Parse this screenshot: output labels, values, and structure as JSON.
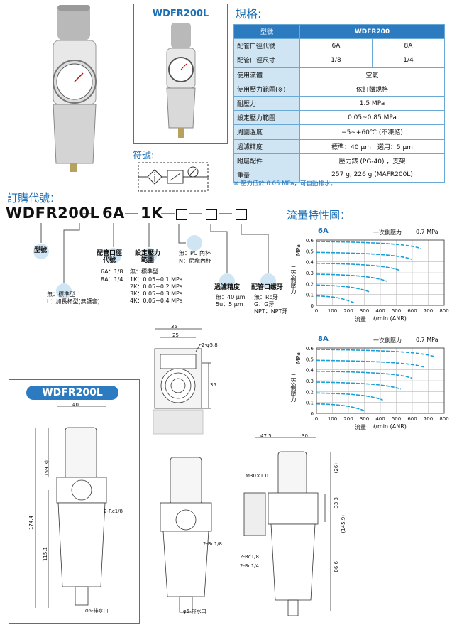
{
  "product_box_label": "WDFR200L",
  "symbol_title": "符號:",
  "spec": {
    "title": "規格:",
    "header": {
      "label": "型號",
      "value": "WDFR200"
    },
    "rows": [
      {
        "label": "配管口徑代號",
        "values": [
          "6A",
          "8A"
        ]
      },
      {
        "label": "配管口徑尺寸",
        "values": [
          "1/8",
          "1/4"
        ]
      },
      {
        "label": "使用流體",
        "values": [
          "空氣"
        ]
      },
      {
        "label": "使用壓力範圍(※)",
        "values": [
          "依訂購規格"
        ]
      },
      {
        "label": "耐壓力",
        "values": [
          "1.5 MPa"
        ]
      },
      {
        "label": "設定壓力範圍",
        "values": [
          "0.05~0.85 MPa"
        ]
      },
      {
        "label": "周圍溫度",
        "values": [
          "−5~+60℃ (不凍結)"
        ]
      },
      {
        "label": "過濾精度",
        "values": [
          "標準：40 μm　選用：5 μm"
        ]
      },
      {
        "label": "附屬配件",
        "values": [
          "壓力錶 (PG-40) ，支架"
        ]
      },
      {
        "label": "重量",
        "values": [
          "257 g, 226 g (MAFR200L)"
        ]
      }
    ],
    "note": "※ 壓力低於 0.05 MPa，可自動排水。"
  },
  "order": {
    "title": "訂購代號：",
    "code": [
      "WDFR200L",
      "6A",
      "1K"
    ],
    "model_label": "型號",
    "bowl_label": "無：標準型",
    "bowl_label2": "L：加長杯型(無護套)",
    "port_title": "配管口徑\n代號",
    "port_opts": [
      "6A：1/8",
      "8A：1/4"
    ],
    "press_title": "設定壓力\n範圍",
    "press_opts": [
      "無：標準型",
      "1K：0.05~0.1 MPa",
      "2K：0.05~0.2 MPa",
      "3K：0.05~0.3 MPa",
      "4K：0.05~0.4 MPa"
    ],
    "cup_opts": [
      "無：PC 內杯",
      "N：尼龍內杯"
    ],
    "filter_title": "過濾精度",
    "filter_opts": [
      "無：40 μm",
      "5u：5 μm"
    ],
    "thread_title": "配管口螺牙",
    "thread_opts": [
      "無：Rc牙",
      "G：G牙",
      "NPT：NPT牙"
    ]
  },
  "flow": {
    "title": "流量特性圖：",
    "charts": [
      {
        "tag": "6A",
        "primary": "一次側壓力",
        "primary_val": "0.7 MPa",
        "xmax": 800,
        "ylabel": "二次側壓力",
        "yunit": "MPa",
        "xlabel": "流量",
        "xunit": "ℓ/min.(ANR)",
        "yticks": [
          "0.6",
          "0.5",
          "0.4",
          "0.3",
          "0.2",
          "0.1",
          "0"
        ],
        "xticks": [
          "0",
          "100",
          "200",
          "300",
          "400",
          "500",
          "600",
          "700",
          "800"
        ]
      },
      {
        "tag": "8A",
        "primary": "一次側壓力",
        "primary_val": "0.7 MPa",
        "xmax": 800,
        "ylabel": "二次側壓力",
        "yunit": "MPa",
        "xlabel": "流量",
        "xunit": "ℓ/min.(ANR)",
        "yticks": [
          "0.6",
          "0.5",
          "0.4",
          "0.3",
          "0.2",
          "0.1",
          "0"
        ],
        "xticks": [
          "0",
          "100",
          "200",
          "300",
          "400",
          "500",
          "600",
          "700",
          "800"
        ]
      }
    ]
  },
  "drawing": {
    "box_label": "WDFR200L",
    "dims_top": [
      "35",
      "25",
      "2-φ5.8",
      "35"
    ],
    "dims_front": [
      "40",
      "(59.3)",
      "174.4",
      "115.1",
      "2-Rc1/8",
      "φ5-排水口"
    ],
    "dims_side": [
      "2-Rc1/8",
      "φ5-排水口"
    ],
    "dims_right": [
      "47.5",
      "30",
      "M30×1.0",
      "(26)",
      "33.3",
      "(145.9)",
      "86.6",
      "2-Rc1/8",
      "2-Rc1/4"
    ]
  }
}
